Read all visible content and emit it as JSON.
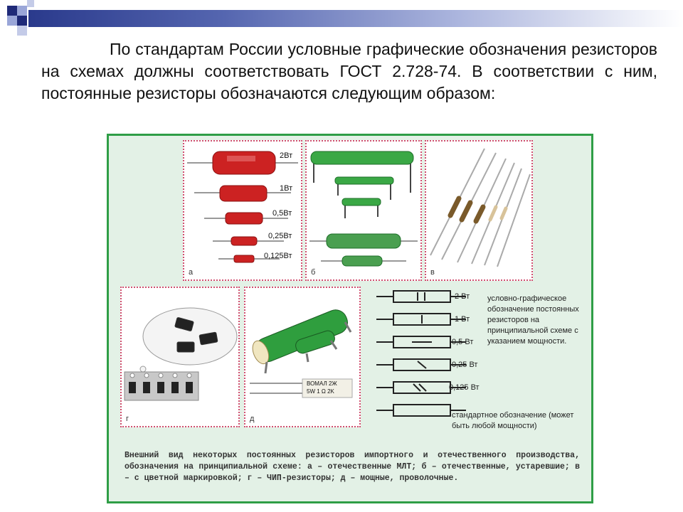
{
  "intro_text": "По стандартам России условные графические обозначения резисторов на схемах должны соответствовать ГОСТ 2.728-74. В соответствии с ним, постоянные резисторы обозначаются следующим образом:",
  "figure": {
    "panel_a": {
      "letter": "а",
      "wattages": [
        "2Вт",
        "1Вт",
        "0,5Вт",
        "0,25Вт",
        "0,125Вт"
      ],
      "resistor_color": "#cc2222"
    },
    "panel_b": {
      "letter": "б",
      "resistor_color": "#3aa845"
    },
    "panel_v": {
      "letter": "в"
    },
    "panel_g": {
      "letter": "г"
    },
    "panel_d": {
      "letter": "д",
      "label_line1": "ВОМАЛ 2Ж",
      "label_line2": "5W 1 Ω 2K"
    },
    "symbols": {
      "rows": [
        {
          "mark": "II",
          "wattage": "2 Вт"
        },
        {
          "mark": "I",
          "wattage": "1 Вт"
        },
        {
          "mark": "—",
          "wattage": "0,5 Вт"
        },
        {
          "mark": "\\",
          "wattage": "0,25 Вт"
        },
        {
          "mark": "\\\\",
          "wattage": "0,125 Вт"
        },
        {
          "mark": "",
          "wattage": ""
        }
      ],
      "description": "условно-графическое обозначение постоянных резисторов на принципиальной схеме с указанием мощности.",
      "standard_label": "стандартное обозначение (может быть любой мощности)"
    },
    "caption": "Внешний вид некоторых постоянных резисторов импортного и отечественного производства, обозначения на принципиальной схеме: а – отечественные МЛТ; б – отечественные, устаревшие; в – с цветной маркировкой; г – ЧИП-резисторы; д – мощные, проволочные."
  },
  "colors": {
    "figure_border": "#2f9e46",
    "figure_bg": "#e3f1e6",
    "panel_border": "#d05070",
    "header_blue": "#2a3a8c"
  }
}
